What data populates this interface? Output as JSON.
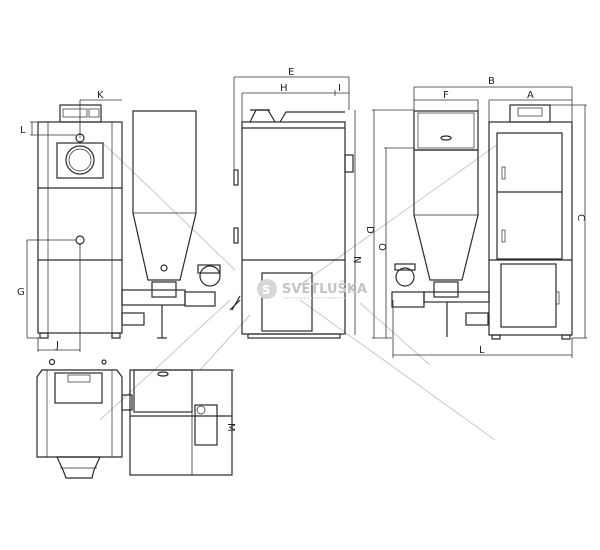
{
  "drawing": {
    "dimension_labels": {
      "K": "K",
      "L": "L",
      "G": "G",
      "J": "J",
      "E": "E",
      "H": "H",
      "I": "I",
      "N": "N",
      "B": "B",
      "F": "F",
      "A": "A",
      "C": "C",
      "D": "D",
      "O": "O",
      "L2": "L",
      "M": "M"
    },
    "views": [
      "front-view",
      "side-view",
      "hopper-side-view",
      "top-view"
    ]
  },
  "watermark": {
    "brand": "SVĚTLUŠKA",
    "emblem_letter": "S",
    "color": "#c4c4c4"
  }
}
